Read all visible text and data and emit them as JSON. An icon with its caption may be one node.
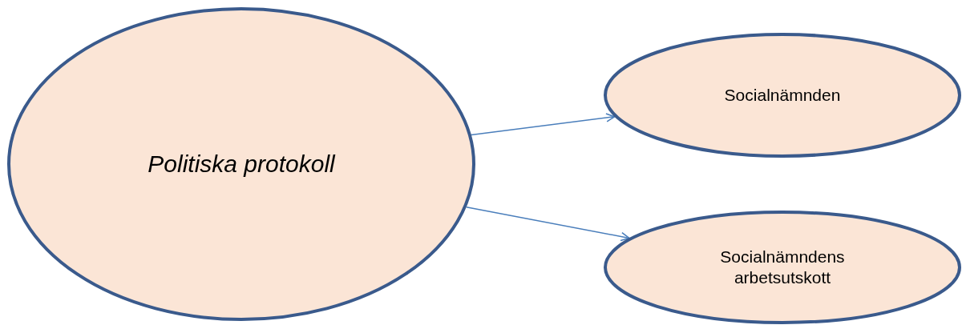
{
  "diagram": {
    "nodes": [
      {
        "text": [
          "Politiska protokoll"
        ]
      },
      {
        "text": [
          "Socialnämnden"
        ]
      },
      {
        "text": [
          "Socialnämndens arbetsutskott"
        ]
      }
    ],
    "edges": [
      {
        "from": 0,
        "to": 1,
        "arrow": "to"
      },
      {
        "from": 0,
        "to": 2,
        "arrow": "to"
      }
    ]
  }
}
